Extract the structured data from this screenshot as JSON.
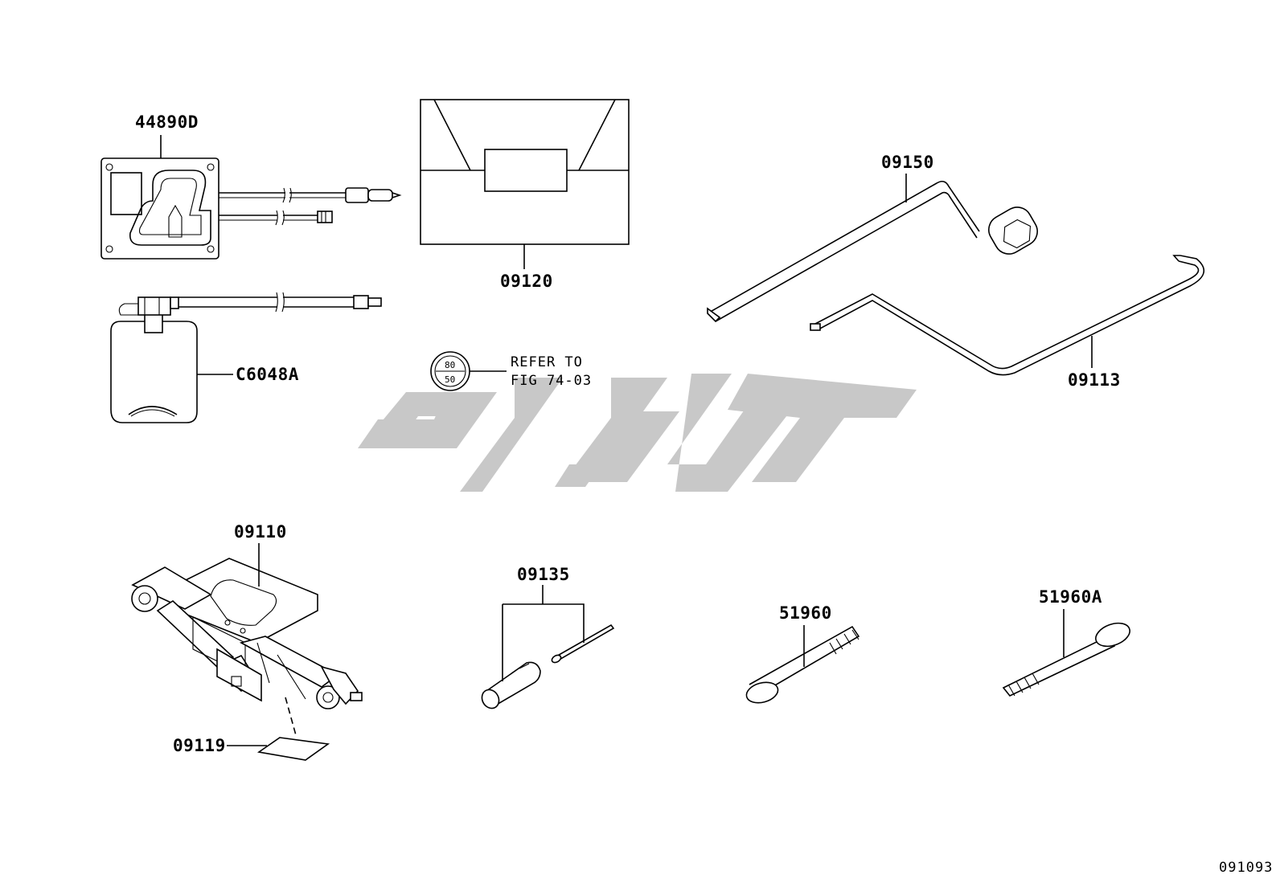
{
  "parts": {
    "p44890D": "44890D",
    "p09120": "09120",
    "p09150": "09150",
    "pC6048A": "C6048A",
    "p09113": "09113",
    "p09110": "09110",
    "p09135": "09135",
    "p51960": "51960",
    "p51960A": "51960A",
    "p09119": "09119"
  },
  "refer": {
    "line1": "REFER TO",
    "line2": "FIG 74-03",
    "badge_top": "80",
    "badge_bottom": "50"
  },
  "watermark": {
    "color": "#c8c8c8"
  },
  "figure_id": "091093"
}
